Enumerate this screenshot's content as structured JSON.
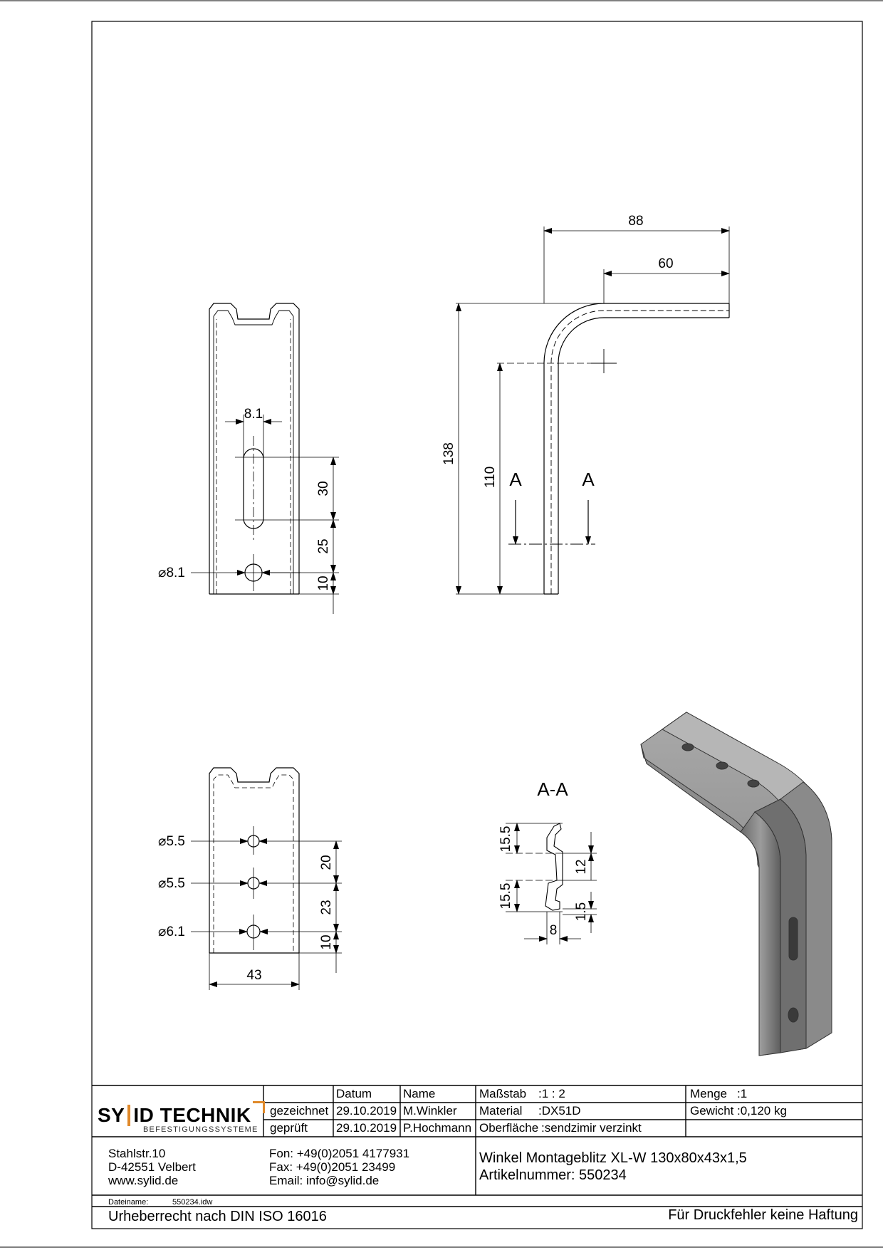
{
  "drawing": {
    "dims_side": {
      "d88": "88",
      "d60": "60",
      "d138": "138",
      "d110": "110",
      "secA1": "A",
      "secA2": "A"
    },
    "dims_front_top": {
      "w81": "8.1",
      "d30": "30",
      "d25": "25",
      "d10": "10",
      "hole": "⌀8.1"
    },
    "dims_front_bottom": {
      "h1": "⌀5.5",
      "h2": "⌀5.5",
      "h3": "⌀6.1",
      "d20": "20",
      "d23": "23",
      "d10": "10",
      "d43": "43"
    },
    "section": {
      "label": "A-A",
      "d155a": "15.5",
      "d155b": "15.5",
      "d12": "12",
      "d15": "1.5",
      "d8": "8"
    }
  },
  "title_block": {
    "logo": {
      "brand_left": "SY",
      "brand_mid": "ID TECHNIK",
      "tagline": "BEFESTIGUNGSSYSTEME",
      "accent_color": "#e0892a"
    },
    "hdr_datum": "Datum",
    "hdr_name": "Name",
    "row_drawn_label": "gezeichnet",
    "row_drawn_date": "29.10.2019",
    "row_drawn_name": "M.Winkler",
    "row_checked_label": "geprüft",
    "row_checked_date": "29.10.2019",
    "row_checked_name": "P.Hochmann",
    "scale_label": "Maßstab",
    "scale_value": ":1 : 2",
    "material_label": "Material",
    "material_value": ":DX51D",
    "surface_label": "Oberfläche",
    "surface_value": ":sendzimir verzinkt",
    "qty_label": "Menge",
    "qty_value": ":1",
    "weight_label": "Gewicht",
    "weight_value": ":0,120 kg",
    "address": {
      "street": "Stahlstr.10",
      "city": "D-42551 Velbert",
      "web": "www.sylid.de"
    },
    "contact": {
      "phone": "Fon: +49(0)2051 4177931",
      "fax": "Fax: +49(0)2051 23499",
      "email": "Email: info@sylid.de"
    },
    "product_title": "Winkel Montageblitz XL-W 130x80x43x1,5",
    "article": "Artikelnummer: 550234",
    "filename_label": "Dateiname:",
    "filename_value": "550234.idw",
    "copyright": "Urheberrecht nach DIN ISO 16016",
    "disclaimer": "Für Druckfehler keine Haftung"
  }
}
